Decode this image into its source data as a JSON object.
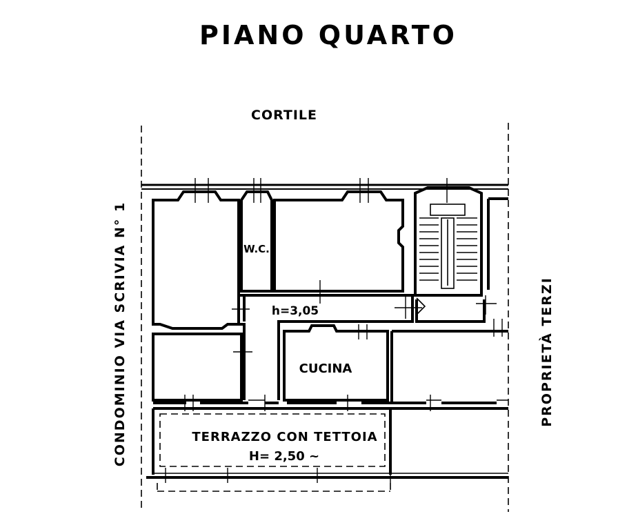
{
  "title": "PIANO QUARTO",
  "labels": {
    "top": "CORTILE",
    "left": "CONDOMINIO VIA SCRIVIA N° 1",
    "right": "PROPRIETÀ TERZI",
    "wc": "W.C.",
    "height_corridor": "h=3,05",
    "kitchen": "CUCINA",
    "terrace": "TERRAZZO CON TETTOIA",
    "terrace_height": "H= 2,50 ~"
  }
}
